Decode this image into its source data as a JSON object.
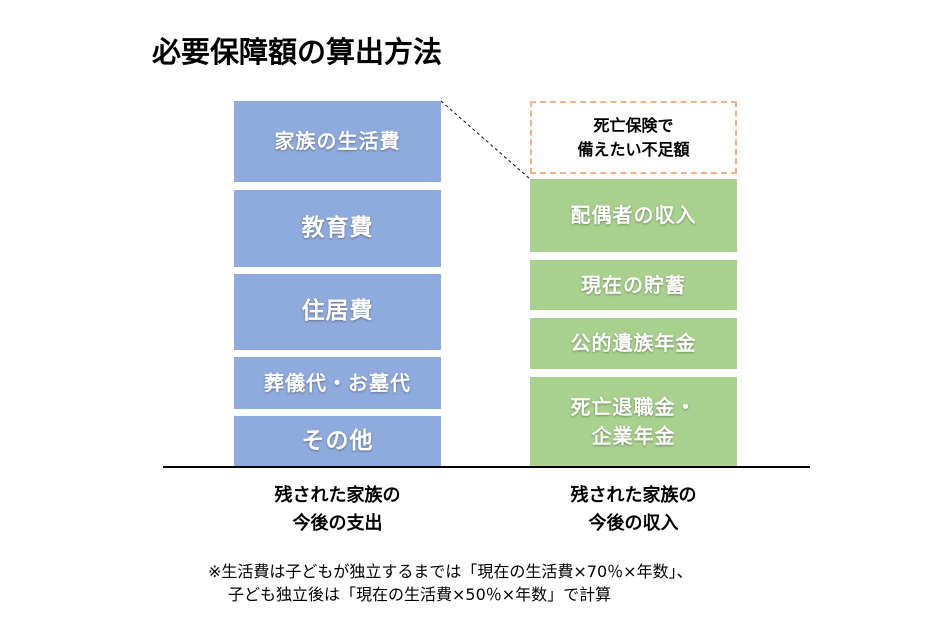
{
  "title": "必要保障額の算出方法",
  "expenses": {
    "items": [
      "家族の生活費",
      "教育費",
      "住居費",
      "葬儀代・お墓代",
      "その他"
    ],
    "caption_line1": "残された家族の",
    "caption_line2": "今後の支出"
  },
  "income": {
    "shortfall_line1": "死亡保険で",
    "shortfall_line2": "備えたい不足額",
    "items": [
      "配偶者の収入",
      "現在の貯蓄",
      "公的遺族年金"
    ],
    "last_item_line1": "死亡退職金・",
    "last_item_line2": "企業年金",
    "caption_line1": "残された家族の",
    "caption_line2": "今後の収入"
  },
  "note": {
    "line1": "※生活費は子どもが独立するまでは「現在の生活費×70％×年数」、",
    "line2": "子ども独立後は「現在の生活費×50％×年数」で計算"
  },
  "colors": {
    "expense_box": "#8faadc",
    "income_box": "#a9d18e",
    "shortfall_border": "#f4b183"
  }
}
